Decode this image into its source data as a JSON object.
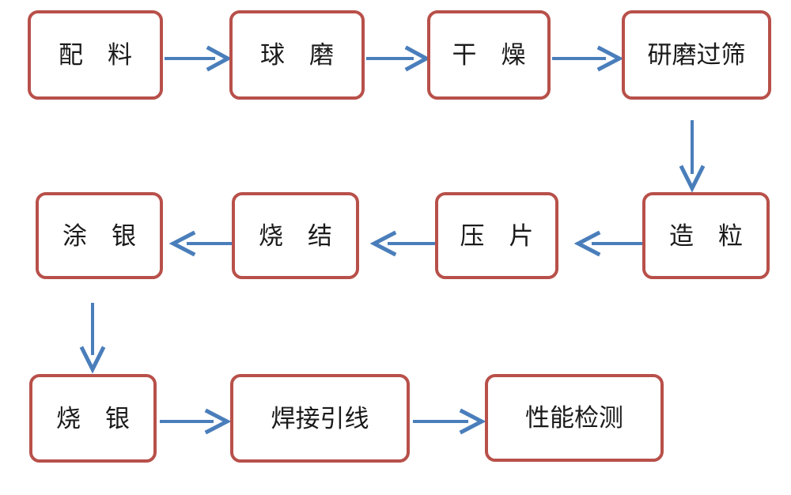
{
  "diagram": {
    "type": "flowchart",
    "title": "",
    "orientation": "serpentine-horizontal",
    "colors": {
      "node_border": "#b8504a",
      "node_fill": "#ffffff",
      "arrow": "#4a7ebb",
      "text": "#1a1a1a",
      "background": "#ffffff"
    },
    "nodes": [
      {
        "id": "n1",
        "label": "配　料",
        "row": 1,
        "order": 1
      },
      {
        "id": "n2",
        "label": "球　磨",
        "row": 1,
        "order": 2
      },
      {
        "id": "n3",
        "label": "干　燥",
        "row": 1,
        "order": 3
      },
      {
        "id": "n4",
        "label": "研磨过筛",
        "row": 1,
        "order": 4
      },
      {
        "id": "n5",
        "label": "造　粒",
        "row": 2,
        "order": 1
      },
      {
        "id": "n6",
        "label": "压　片",
        "row": 2,
        "order": 2
      },
      {
        "id": "n7",
        "label": "烧　结",
        "row": 2,
        "order": 3
      },
      {
        "id": "n8",
        "label": "涂　银",
        "row": 2,
        "order": 4
      },
      {
        "id": "n9",
        "label": "烧　银",
        "row": 3,
        "order": 1
      },
      {
        "id": "n10",
        "label": "焊接引线",
        "row": 3,
        "order": 2
      },
      {
        "id": "n11",
        "label": "性能检测",
        "row": 3,
        "order": 3
      }
    ],
    "edges": [
      {
        "from": "n1",
        "to": "n2",
        "direction": "right"
      },
      {
        "from": "n2",
        "to": "n3",
        "direction": "right"
      },
      {
        "from": "n3",
        "to": "n4",
        "direction": "right"
      },
      {
        "from": "n4",
        "to": "n5",
        "direction": "down"
      },
      {
        "from": "n5",
        "to": "n6",
        "direction": "left"
      },
      {
        "from": "n6",
        "to": "n7",
        "direction": "left"
      },
      {
        "from": "n7",
        "to": "n8",
        "direction": "left"
      },
      {
        "from": "n8",
        "to": "n9",
        "direction": "down"
      },
      {
        "from": "n9",
        "to": "n10",
        "direction": "right"
      },
      {
        "from": "n10",
        "to": "n11",
        "direction": "right"
      }
    ]
  }
}
